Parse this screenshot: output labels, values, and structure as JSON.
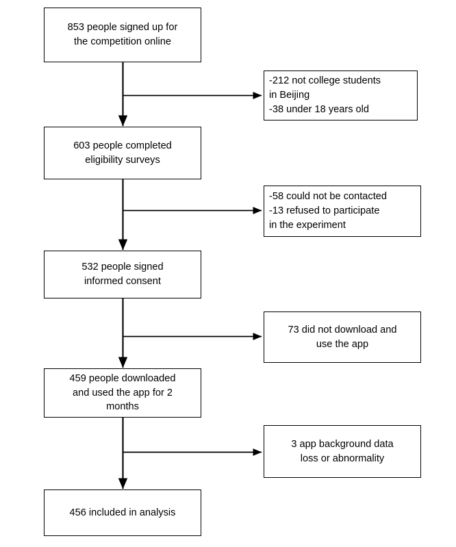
{
  "diagram": {
    "type": "participant-flow-chart",
    "orientation": "vertical",
    "line_color": "#000000",
    "box_border_color": "#000000",
    "background_color": "#ffffff",
    "main_nodes": [
      {
        "id": "signup",
        "text": "853 people signed up for\nthe competition online",
        "count": 853
      },
      {
        "id": "eligib",
        "text": "603 people completed\neligibility surveys",
        "count": 603
      },
      {
        "id": "consent",
        "text": "532 people signed\ninformed consent",
        "count": 532
      },
      {
        "id": "download",
        "text": "459 people downloaded\nand used the app for 2\nmonths",
        "count": 459
      },
      {
        "id": "analysis",
        "text": "456 included in analysis",
        "count": 456
      }
    ],
    "exclusion_nodes": [
      {
        "id": "excl-1",
        "text": "-212 not college students\nin Beijing\n-38 under 18 years old",
        "counts": [
          212,
          38
        ]
      },
      {
        "id": "excl-2",
        "text": "-58 could not be contacted\n-13 refused to participate\nin the experiment",
        "counts": [
          58,
          13
        ]
      },
      {
        "id": "excl-3",
        "text": "73 did not download and\nuse the app",
        "counts": [
          73
        ]
      },
      {
        "id": "excl-4",
        "text": "3 app background data\nloss or abnormality",
        "counts": [
          3
        ]
      }
    ]
  }
}
